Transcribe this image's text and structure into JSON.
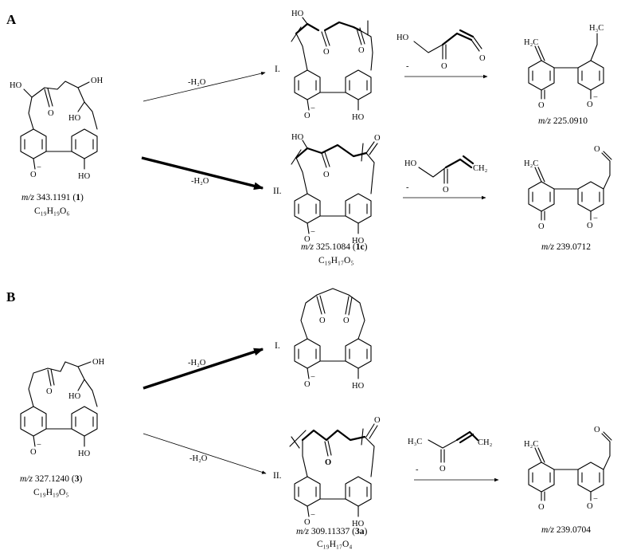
{
  "panels": {
    "a": "A",
    "b": "B"
  },
  "atoms": {
    "oh": "OH",
    "ho": "HO",
    "o": "O",
    "o_minus": "O",
    "minus": "−",
    "h2c": "H₂C",
    "h3c": "H₃C",
    "ch2": "CH₂"
  },
  "arrows": {
    "loss_water": "-H₂O",
    "minus": "-"
  },
  "routes": {
    "i": "I.",
    "ii": "II."
  },
  "compounds": {
    "c1": {
      "mz_label": "m/z",
      "mz_value": " 343.1191 (",
      "id": "1",
      "close": ")",
      "formula": "C₁₉H₁₉O₆"
    },
    "c1c": {
      "mz_label": "m/z",
      "mz_value": " 325.1084 (",
      "id": "1c",
      "close": ")",
      "formula": "C₁₉H₁₇O₅"
    },
    "f225": {
      "mz_label": "m/z",
      "mz_value": " 225.0910"
    },
    "f239a": {
      "mz_label": "m/z",
      "mz_value": " 239.0712"
    },
    "c3": {
      "mz_label": "m/z",
      "mz_value": " 327.1240 (",
      "id": "3",
      "close": ")",
      "formula": "C₁₉H₁₉O₅"
    },
    "c3a": {
      "mz_label": "m/z",
      "mz_value": " 309.11337 (",
      "id": "3a",
      "close": ")",
      "formula": "C₁₉H₁₇O₄"
    },
    "f239b": {
      "mz_label": "m/z",
      "mz_value": " 239.0704"
    }
  }
}
